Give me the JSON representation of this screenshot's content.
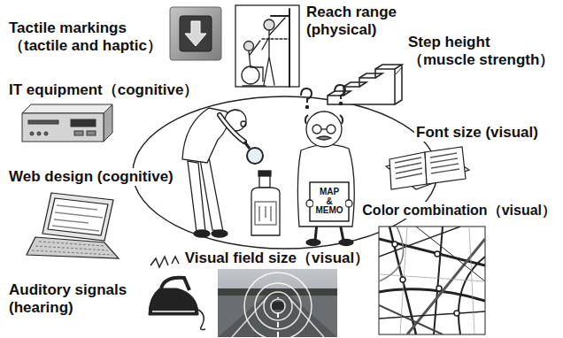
{
  "diagram": {
    "labels": [
      "Tactile markings （tactile and haptic）",
      "Reach range (physical)",
      "Step height （muscle strength）",
      "IT equipment（cognitive）",
      "Font size (visual)",
      "Web design (cognitive)",
      "Color combination（visual）",
      "Visual field size（visual）",
      "Auditory signals (hearing)",
      "MAP & MEMO"
    ]
  }
}
